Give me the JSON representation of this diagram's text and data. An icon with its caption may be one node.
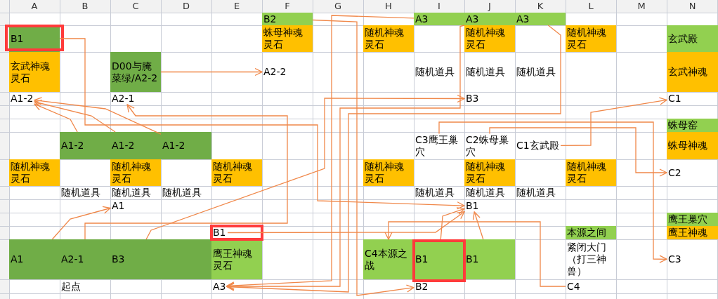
{
  "diagram": {
    "nodes": [
      {
        "text": [
          "B2"
        ]
      },
      {
        "text": [
          "A3"
        ]
      },
      {
        "text": [
          "A3"
        ]
      },
      {
        "text": [
          "A3"
        ]
      },
      {
        "text": [
          "B1"
        ]
      },
      {
        "text": [
          "蛛母神魂灵石"
        ]
      },
      {
        "text": [
          "随机神魂灵石"
        ]
      },
      {
        "text": [
          "随机神魂灵石"
        ]
      },
      {
        "text": [
          "随机神魂灵石"
        ]
      },
      {
        "text": [
          "玄武殿"
        ]
      },
      {
        "text": [
          "玄武神魂灵石"
        ]
      },
      {
        "text": [
          "D00与腌菜绿/A2-2"
        ]
      },
      {
        "text": [
          "A2-2"
        ]
      },
      {
        "text": [
          "玄武神魂"
        ]
      },
      {
        "text": [
          "A1-2"
        ]
      },
      {
        "text": [
          "A2-1"
        ]
      },
      {
        "text": [
          "B3"
        ]
      },
      {
        "text": [
          "C1"
        ]
      },
      {
        "text": [
          "蛛母窑"
        ]
      },
      {
        "text": [
          "A1-2"
        ]
      },
      {
        "text": [
          "A1-2"
        ]
      },
      {
        "text": [
          "A1-2"
        ]
      },
      {
        "text": [
          "C3鹰王巢穴"
        ]
      },
      {
        "text": [
          "C2蛛母巢穴"
        ]
      },
      {
        "text": [
          "C1玄武殿"
        ]
      },
      {
        "text": [
          "蛛母神魂"
        ]
      },
      {
        "text": [
          "随机神魂灵石"
        ]
      },
      {
        "text": [
          "随机神魂灵石"
        ]
      },
      {
        "text": [
          "随机神魂灵石"
        ]
      },
      {
        "text": [
          "随机神魂灵石"
        ]
      },
      {
        "text": [
          "随机神魂灵石"
        ]
      },
      {
        "text": [
          "随机神魂灵石"
        ]
      },
      {
        "text": [
          "C2"
        ]
      },
      {
        "text": [
          "A1"
        ]
      },
      {
        "text": [
          "B1"
        ]
      },
      {
        "text": [
          "鹰王巢穴"
        ]
      },
      {
        "text": [
          "B1"
        ]
      },
      {
        "text": [
          "本源之间"
        ]
      },
      {
        "text": [
          "鹰王神魂"
        ]
      },
      {
        "text": [
          "A1"
        ]
      },
      {
        "text": [
          "A2-1"
        ]
      },
      {
        "text": [
          "B3"
        ]
      },
      {
        "text": [
          "鹰王神魂灵石"
        ]
      },
      {
        "text": [
          "C4本源之战"
        ]
      },
      {
        "text": [
          "B1"
        ]
      },
      {
        "text": [
          "B1"
        ]
      },
      {
        "text": [
          "C3"
        ]
      },
      {
        "text": [
          "A3"
        ]
      },
      {
        "text": [
          "B2"
        ]
      },
      {
        "text": [
          "C4"
        ]
      }
    ],
    "edges": [
      {
        "from": 4,
        "to": 34,
        "arrow": "to"
      },
      {
        "from": 11,
        "to": 12,
        "arrow": "to"
      },
      {
        "from": 19,
        "to": 14,
        "arrow": "to"
      },
      {
        "from": 20,
        "to": 14,
        "arrow": "to"
      },
      {
        "from": 21,
        "to": 14,
        "arrow": "to"
      },
      {
        "from": 40,
        "to": 15,
        "arrow": "to"
      },
      {
        "from": 39,
        "to": 33,
        "arrow": "to"
      },
      {
        "from": 41,
        "to": 16,
        "arrow": "to"
      },
      {
        "from": 0,
        "to": 48,
        "arrow": "to"
      },
      {
        "from": 1,
        "to": 47,
        "arrow": "to"
      },
      {
        "from": 2,
        "to": 47,
        "arrow": "to"
      },
      {
        "from": 3,
        "to": 47,
        "arrow": "to"
      },
      {
        "from": 36,
        "to": 34,
        "arrow": "to"
      },
      {
        "from": 44,
        "to": 34,
        "arrow": "to"
      },
      {
        "from": 45,
        "to": 34,
        "arrow": "to"
      },
      {
        "from": 49,
        "to": 43,
        "arrow": "to"
      },
      {
        "from": 24,
        "to": 17,
        "arrow": "to"
      },
      {
        "from": 23,
        "to": 32,
        "arrow": "to"
      },
      {
        "from": 22,
        "to": 46,
        "arrow": "to"
      }
    ],
    "labels": [
      "A",
      "B",
      "C",
      "D",
      "E",
      "F",
      "G",
      "H",
      "I",
      "J",
      "K",
      "L",
      "M",
      "N",
      "随机道具",
      "随机道具",
      "随机道具",
      "随机道具",
      "随机道具",
      "随机道具",
      "随机道具",
      "随机道具",
      "随机道具",
      "紧闭大门（打三神兽）",
      "起点"
    ]
  }
}
